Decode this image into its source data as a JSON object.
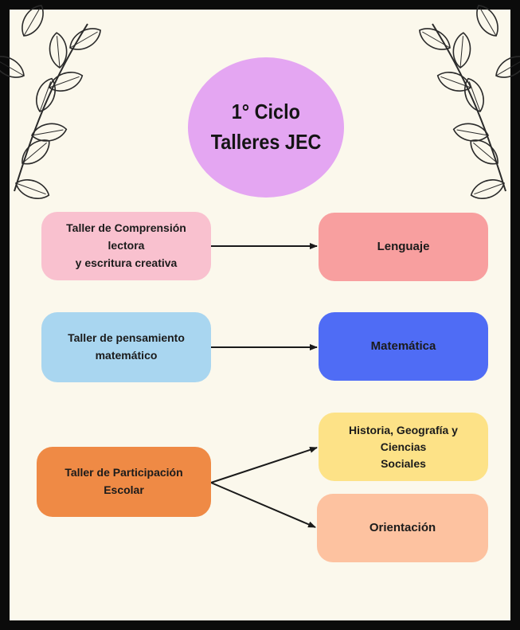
{
  "title": {
    "line1": "1° Ciclo",
    "line2": "Talleres JEC"
  },
  "workshops": [
    {
      "label_line1": "Taller de Comprensión lectora",
      "label_line2": "y escritura creativa",
      "color": "#f9c1cf"
    },
    {
      "label_line1": "Taller de pensamiento",
      "label_line2": "matemático",
      "color": "#a9d6f0"
    },
    {
      "label_line1": "Taller de Participación Escolar",
      "label_line2": "",
      "color": "#ef8a45"
    }
  ],
  "subjects": [
    {
      "label_line1": "Lenguaje",
      "label_line2": "",
      "color": "#f89f9f"
    },
    {
      "label_line1": "Matemática",
      "label_line2": "",
      "color": "#4f6cf5"
    },
    {
      "label_line1": "Historia, Geografía y Ciencias",
      "label_line2": "Sociales",
      "color": "#fde287"
    },
    {
      "label_line1": "Orientación",
      "label_line2": "",
      "color": "#fdc2a0"
    }
  ],
  "connections": [
    {
      "from": "Taller de Comprensión lectora y escritura creativa",
      "to": "Lenguaje"
    },
    {
      "from": "Taller de pensamiento matemático",
      "to": "Matemática"
    },
    {
      "from": "Taller de Participación Escolar",
      "to": "Historia, Geografía y Ciencias Sociales"
    },
    {
      "from": "Taller de Participación Escolar",
      "to": "Orientación"
    }
  ],
  "colors": {
    "background": "#fbf8ec",
    "frame": "#0b0b0b",
    "title_bubble": "#e4a6f2",
    "arrow": "#1a1a1a"
  },
  "decorations": [
    "leaf-branch-icon",
    "leaf-branch-icon"
  ]
}
